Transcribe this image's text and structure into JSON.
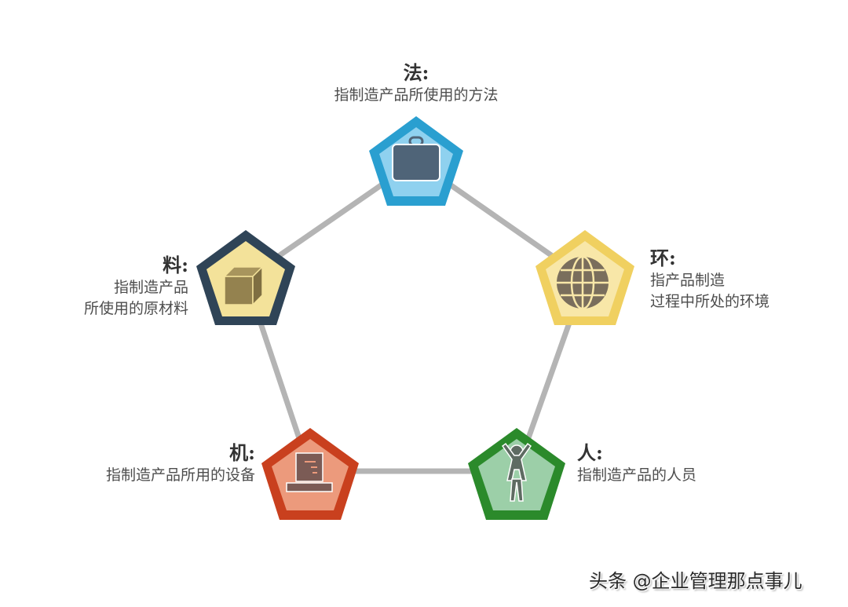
{
  "diagram": {
    "type": "pentagon-cycle",
    "nodes": [
      {
        "id": "fa",
        "title": "法:",
        "description_lines": [
          "指制造产品所使用的方法"
        ],
        "icon": "briefcase-icon",
        "colors": {
          "border": "#2a9fd0",
          "fill": "#8fd1ef",
          "icon": "#4f6478"
        }
      },
      {
        "id": "huan",
        "title": "环:",
        "description_lines": [
          "指产品制造",
          "过程中所处的环境"
        ],
        "icon": "globe-icon",
        "colors": {
          "border": "#f0d060",
          "fill": "#f8e7a8",
          "icon": "#7a6e5c"
        }
      },
      {
        "id": "ren",
        "title": "人:",
        "description_lines": [
          "指制造产品的人员"
        ],
        "icon": "person-icon",
        "colors": {
          "border": "#2b8a2b",
          "fill": "#9ccfa8",
          "icon": "#5e6b62"
        }
      },
      {
        "id": "ji",
        "title": "机:",
        "description_lines": [
          "指制造产品所用的设备"
        ],
        "icon": "computer-icon",
        "colors": {
          "border": "#c9401e",
          "fill": "#ec9a7c",
          "icon": "#7b5b55"
        }
      },
      {
        "id": "liao",
        "title": "料:",
        "description_lines": [
          "指制造产品",
          "所使用的原材料"
        ],
        "icon": "box-icon",
        "colors": {
          "border": "#2f4457",
          "fill": "#f3e29a",
          "icon": "#94824f"
        }
      }
    ],
    "connector_color": "#b4b4b4"
  },
  "watermark": "头条 @企业管理那点事儿"
}
